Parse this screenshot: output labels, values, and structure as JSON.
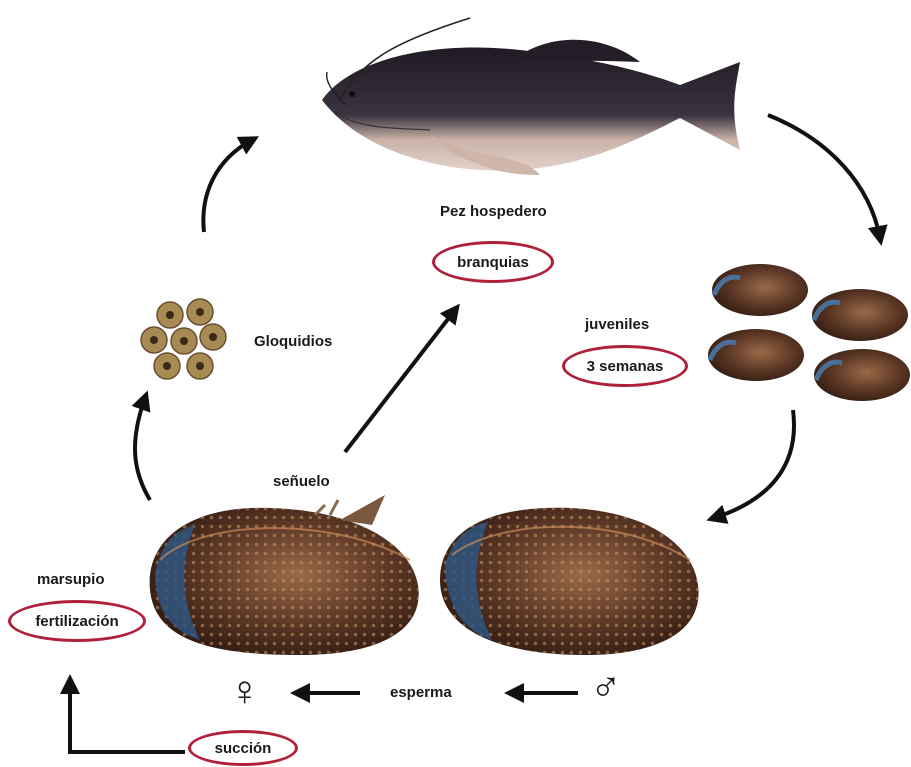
{
  "labels": {
    "host_fish": "Pez hospedero",
    "gills": "branquias",
    "glochidia": "Gloquidios",
    "juveniles": "juveniles",
    "three_weeks": "3 semanas",
    "lure": "señuelo",
    "marsupium": "marsupio",
    "fertilization": "fertilización",
    "sperm": "esperma",
    "suction": "succión",
    "female_symbol": "♀",
    "male_symbol": "♂"
  },
  "colors": {
    "oval_outline": "#b0203a",
    "arrow": "#111111",
    "fish_body": "#2b2530",
    "fish_belly": "#d9c6bd",
    "shell_dark": "#3d2418",
    "shell_light": "#8a5a3c",
    "shell_blue": "#4a6f9a",
    "glochidium": "#a88a55"
  },
  "icons": [
    "catfish-image",
    "mussel-shell-image",
    "glochidia-cluster-image",
    "female-symbol",
    "male-symbol"
  ]
}
